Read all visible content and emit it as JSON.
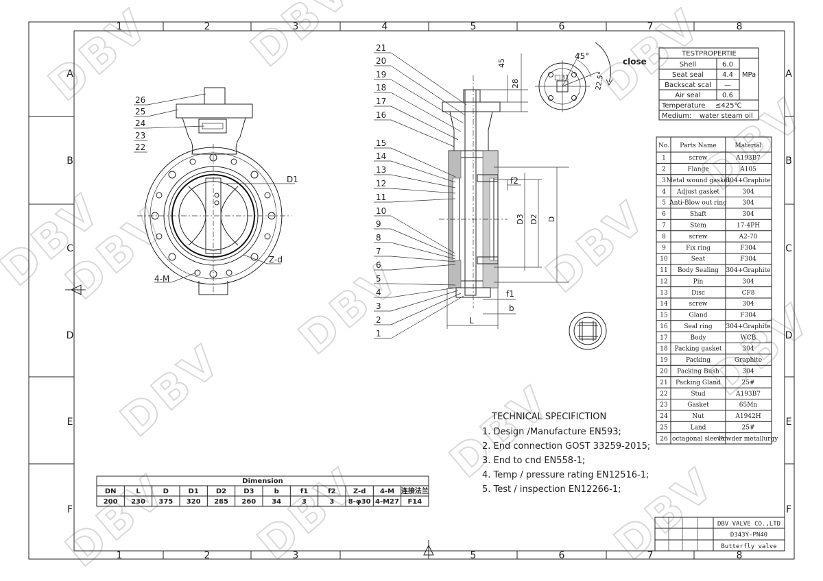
{
  "watermark": "DBV",
  "grid": {
    "columns": [
      "1",
      "2",
      "3",
      "4",
      "5",
      "6",
      "7",
      "8"
    ],
    "rows": [
      "A",
      "B",
      "C",
      "D",
      "E",
      "F"
    ]
  },
  "callouts_left": [
    "26",
    "25",
    "24",
    "23",
    "22"
  ],
  "callouts_section": [
    "21",
    "20",
    "19",
    "18",
    "17",
    "16",
    "15",
    "14",
    "13",
    "12",
    "11",
    "10",
    "9",
    "8",
    "7",
    "6",
    "5",
    "4",
    "3",
    "2",
    "1"
  ],
  "front_labels": {
    "d1": "D1",
    "zd": "Z-d",
    "four_m": "4-M"
  },
  "section_dims": {
    "h45": "45",
    "h28": "28",
    "f2": "f2",
    "d3": "D3",
    "d2": "D2",
    "d": "D",
    "f1": "f1",
    "b": "b",
    "l": "L"
  },
  "top_view": {
    "angle1": "45°",
    "angle2": "22.5°",
    "center": "□31",
    "close_label": "close"
  },
  "test_properties": {
    "title": "TESTPROPERTIE",
    "unit": "MPa",
    "rows": [
      {
        "name": "Shell",
        "value": "6.0"
      },
      {
        "name": "Seat seal",
        "value": "4.4"
      },
      {
        "name": "Backscat scal",
        "value": "—"
      },
      {
        "name": "Air seal",
        "value": "0.6"
      }
    ],
    "temperature_label": "Temperature",
    "temperature_value": "≤425℃",
    "medium_label": "Medium:",
    "medium_value": "water steam oil"
  },
  "parts_table": {
    "headers": [
      "No.",
      "Parts Name",
      "Material"
    ],
    "rows": [
      [
        "1",
        "screw",
        "A193B7"
      ],
      [
        "2",
        "Flange",
        "A105"
      ],
      [
        "3",
        "Metal wound gasket",
        "304+Graphite"
      ],
      [
        "4",
        "Adjust gasket",
        "304"
      ],
      [
        "5",
        "Anti-Blow out ring",
        "304"
      ],
      [
        "6",
        "Shaft",
        "304"
      ],
      [
        "7",
        "Stem",
        "17-4PH"
      ],
      [
        "8",
        "screw",
        "A2-70"
      ],
      [
        "9",
        "Fix ring",
        "F304"
      ],
      [
        "10",
        "Seat",
        "F304"
      ],
      [
        "11",
        "Body Sealing",
        "304+Graphite"
      ],
      [
        "12",
        "Pin",
        "304"
      ],
      [
        "13",
        "Disc",
        "CF8"
      ],
      [
        "14",
        "screw",
        "304"
      ],
      [
        "15",
        "Gland",
        "F304"
      ],
      [
        "16",
        "Seal ring",
        "304+Graphite"
      ],
      [
        "17",
        "Body",
        "WCB"
      ],
      [
        "18",
        "Packing gasket",
        "304"
      ],
      [
        "19",
        "Packing",
        "Graphite"
      ],
      [
        "20",
        "Packing Bush",
        "304"
      ],
      [
        "21",
        "Packing Gland",
        "25#"
      ],
      [
        "22",
        "Stud",
        "A193B7"
      ],
      [
        "23",
        "Gasket",
        "65Mn"
      ],
      [
        "24",
        "Nut",
        "A1942H"
      ],
      [
        "25",
        "Land",
        "25#"
      ],
      [
        "26",
        "octagonal sleeve",
        "Powder metallurgy"
      ]
    ]
  },
  "technical": {
    "title": "TECHNICAL SPECIFICTION",
    "items": [
      "1. Design /Manufacture EN593;",
      "2. End connection GOST 33259-2015;",
      "3. End to cnd EN558-1;",
      "4. Temp / pressure rating EN12516-1;",
      "5. Test / inspection EN12266-1;"
    ]
  },
  "dimension_table": {
    "title": "Dimension",
    "headers": [
      "DN",
      "L",
      "D",
      "D1",
      "D2",
      "D3",
      "b",
      "f1",
      "f2",
      "Z-d",
      "4-M",
      "连接法兰"
    ],
    "values": [
      "200",
      "230",
      "375",
      "320",
      "285",
      "260",
      "34",
      "3",
      "3",
      "8-φ30",
      "4-M27",
      "F14"
    ]
  },
  "title_block": {
    "company": "DBV VALVE CO.,LTD",
    "model": "D343Y-PN40",
    "name": "Butterfly valve"
  }
}
